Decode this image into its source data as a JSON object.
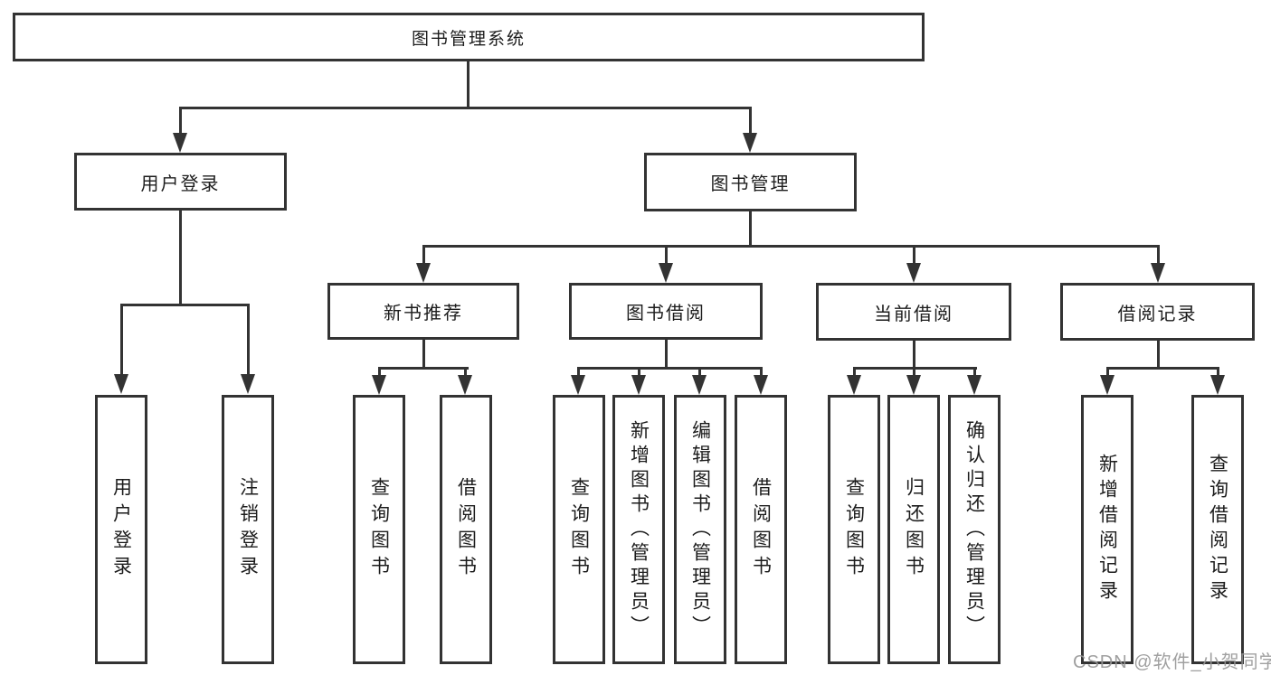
{
  "diagram_title": "图书管理系统",
  "tree": {
    "root": {
      "label": "图书管理系统"
    },
    "branches": [
      {
        "label": "用户登录",
        "children": [
          {
            "label": "用户登录"
          },
          {
            "label": "注销登录"
          }
        ]
      },
      {
        "label": "图书管理",
        "children": [
          {
            "label": "新书推荐",
            "children": [
              {
                "label": "查询图书"
              },
              {
                "label": "借阅图书"
              }
            ]
          },
          {
            "label": "图书借阅",
            "children": [
              {
                "label": "查询图书"
              },
              {
                "label": "新增图书（管理员）"
              },
              {
                "label": "编辑图书（管理员）"
              },
              {
                "label": "借阅图书"
              }
            ]
          },
          {
            "label": "当前借阅",
            "children": [
              {
                "label": "查询图书"
              },
              {
                "label": "归还图书"
              },
              {
                "label": "确认归还（管理员）"
              }
            ]
          },
          {
            "label": "借阅记录",
            "children": [
              {
                "label": "新增借阅记录"
              },
              {
                "label": "查询借阅记录"
              }
            ]
          }
        ]
      }
    ]
  },
  "watermark": {
    "text": "CSDN @软件_小贺同学",
    "color": "#969696"
  },
  "colors": {
    "line": "#333333",
    "border": "#333333",
    "text": "#1c1c1c",
    "background": "#ffffff"
  }
}
